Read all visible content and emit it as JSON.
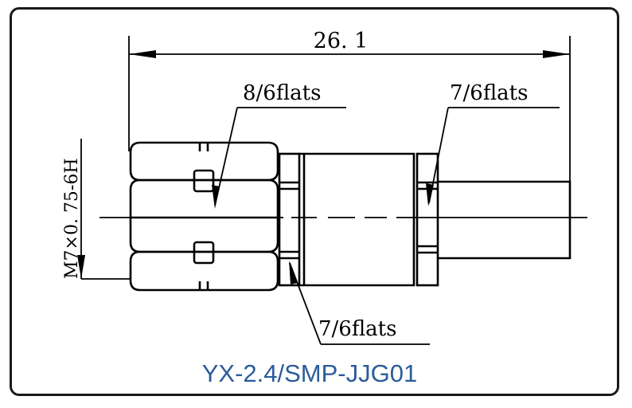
{
  "dimension": {
    "overall_length": "26. 1"
  },
  "callouts": {
    "nut_flats": "8/6flats",
    "body_right_flats": "7/6flats",
    "body_left_flats": "7/6flats"
  },
  "thread_spec": "M7×0. 75-6H",
  "part_number": "YX-2.4/SMP-JJG01",
  "colors": {
    "line": "#000000",
    "frame": "#1a1a1a",
    "caption": "#2a5c9a"
  }
}
